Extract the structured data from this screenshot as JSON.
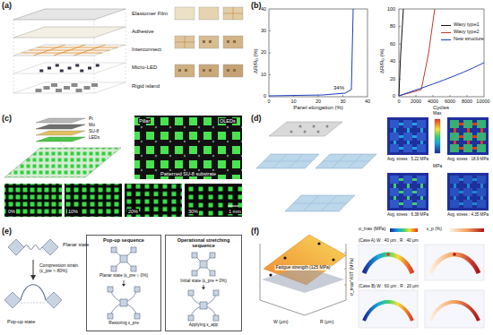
{
  "diagram": {
    "nodes": [
      {
        "text": [
          "Pop-up sequence"
        ]
      },
      {
        "text": [
          "Operational stretching sequence"
        ]
      }
    ],
    "labels": [
      "(a)",
      "Elastomer Film",
      "Adhesive",
      "Interconnect",
      "Micro-LED",
      "Rigid island",
      "(b)",
      "ΔR/R₀ (%)",
      "0",
      "10",
      "20",
      "30",
      "40",
      "0",
      "10",
      "20",
      "30",
      "40",
      "Panel elongation (%)",
      "34%",
      "ΔR/R₀ (%)",
      "0",
      "20",
      "40",
      "60",
      "80",
      "100",
      "0",
      "2000",
      "4000",
      "6000",
      "8000",
      "10000",
      "Cycles",
      "(c)",
      "Pt",
      "Mo",
      "SU-8",
      "LEDs",
      "Pillar",
      "OLEDs",
      "Patterned SU-8 substrate",
      "0%",
      "10%",
      "20%",
      "30%",
      "1 mm",
      "(d)",
      "Avg. stress : 5.22 MPa",
      "Avg. stress : 18.9 MPa",
      "Avg. stress : 6.38 MPa",
      "Avg. stress : 4.35 MPa",
      "Max",
      "MPa",
      "(e)",
      "Planar state",
      "Compression strain (ε_pre ≈ 80%)",
      "Pop-up state",
      "Planar state (ε_pre ≈ 0%)",
      "Restoring ε_pre",
      "Initial state (ε_pre = 0%)",
      "Applying ε_app",
      "(f)",
      "Fatigue strength (125 MPa)",
      "σ_max^AST (MPa)",
      "W (μm)",
      "R (μm)",
      "σ_max (MPa)",
      "ε_p (%)",
      "(Case A) W : 40 μm , R : 40 μm",
      "(Case B) W : 60 μm , R : 20 μm"
    ],
    "legend": [
      {
        "text": "Wavy type1"
      },
      {
        "text": "Wavy type2"
      },
      {
        "text": "New structure"
      }
    ]
  }
}
